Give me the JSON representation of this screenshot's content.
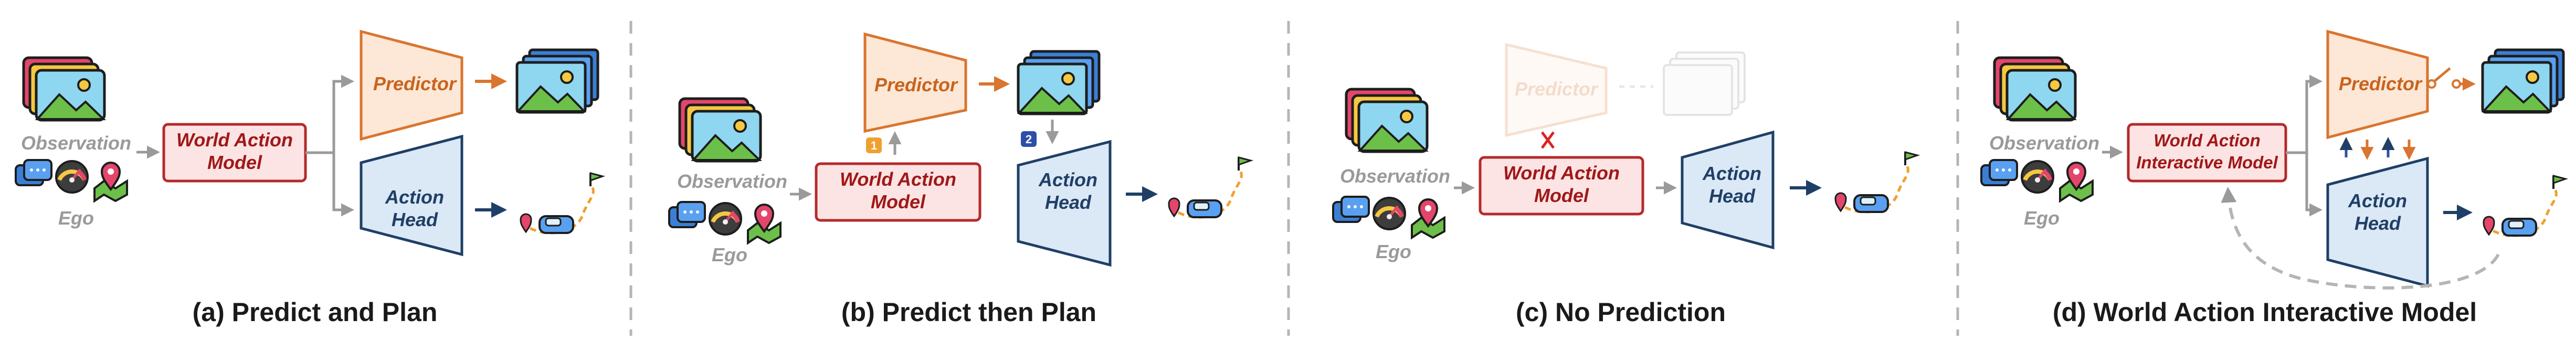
{
  "colors": {
    "predictor_fill": "#fde7d6",
    "predictor_stroke": "#d9752f",
    "predictor_text": "#c8641e",
    "wam_fill": "#fde4e4",
    "wam_stroke": "#b52a2a",
    "wam_text": "#a01818",
    "head_fill": "#dbe8f6",
    "head_stroke": "#1f3f66",
    "head_text": "#1f3f66",
    "gray": "#9a9a9a",
    "dark_arrow": "#1f3f66",
    "orange_arrow": "#d9752f"
  },
  "icons": [
    "image-stack-icon",
    "chat-bubble-icon",
    "speedometer-icon",
    "map-pin-icon",
    "car-trajectory-icon",
    "flag-icon"
  ],
  "panels": [
    {
      "caption": "(a) Predict and Plan",
      "observation": "Observation",
      "ego": "Ego",
      "model": [
        "World Action",
        "Model"
      ],
      "predictor": "Predictor",
      "head": [
        "Action",
        "Head"
      ]
    },
    {
      "caption": "(b) Predict then Plan",
      "observation": "Observation",
      "ego": "Ego",
      "model": [
        "World Action",
        "Model"
      ],
      "predictor": "Predictor",
      "head": [
        "Action",
        "Head"
      ],
      "step1": "1",
      "step2": "2"
    },
    {
      "caption": "(c) No Prediction",
      "observation": "Observation",
      "ego": "Ego",
      "model": [
        "World Action",
        "Model"
      ],
      "predictor": "Predictor",
      "head": [
        "Action",
        "Head"
      ]
    },
    {
      "caption": "(d) World Action Interactive Model",
      "observation": "Observation",
      "ego": "Ego",
      "model": [
        "World Action",
        "Interactive Model"
      ],
      "predictor": "Predictor",
      "head": [
        "Action",
        "Head"
      ]
    }
  ]
}
